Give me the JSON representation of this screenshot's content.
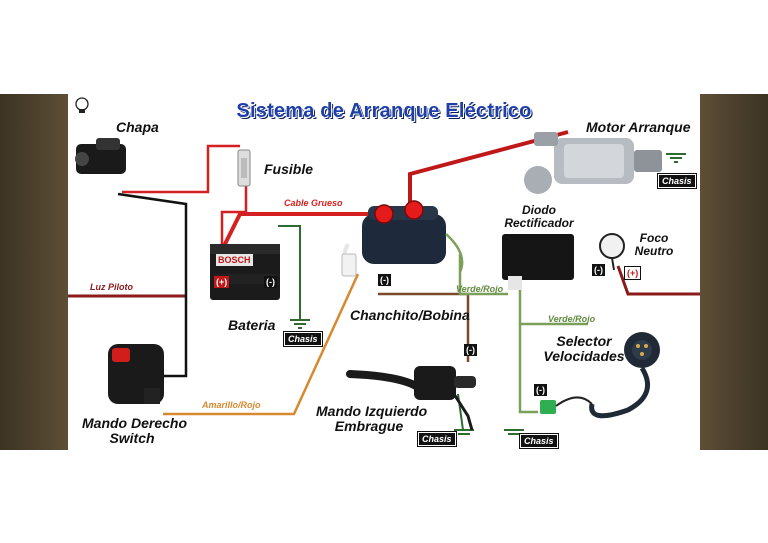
{
  "title": "Sistema de Arranque Eléctrico",
  "components": {
    "chapa": "Chapa",
    "fusible": "Fusible",
    "bateria": "Bateria",
    "motor_arranque": "Motor Arranque",
    "diodo_line1": "Diodo",
    "diodo_line2": "Rectificador",
    "foco_line1": "Foco",
    "foco_line2": "Neutro",
    "chanchito": "Chanchito/Bobina",
    "selector_line1": "Selector",
    "selector_line2": "Velocidades",
    "mando_izq_line1": "Mando Izquierdo",
    "mando_izq_line2": "Embrague",
    "mando_der_line1": "Mando Derecho",
    "mando_der_line2": "Switch"
  },
  "wires": {
    "cable_grueso": "Cable Grueso",
    "luz_piloto": "Luz Piloto",
    "amarillo_rojo": "Amarillo/Rojo",
    "verde_rojo_1": "Verde/Rojo",
    "verde_rojo_2": "Verde/Rojo"
  },
  "tags": {
    "chasis": "Chasis",
    "neg": "(-)",
    "pos": "(+)",
    "battery_brand": "BOSCH"
  },
  "colors": {
    "red_wire": "#d42020",
    "dark_red_wire": "#8b1a1a",
    "black_wire": "#111111",
    "orange_wire": "#d6892e",
    "green_wire": "#7aa05a",
    "brown_wire": "#7a4a2a",
    "title_blue": "#1f3fa8",
    "ground_green": "#2f6b2f"
  }
}
